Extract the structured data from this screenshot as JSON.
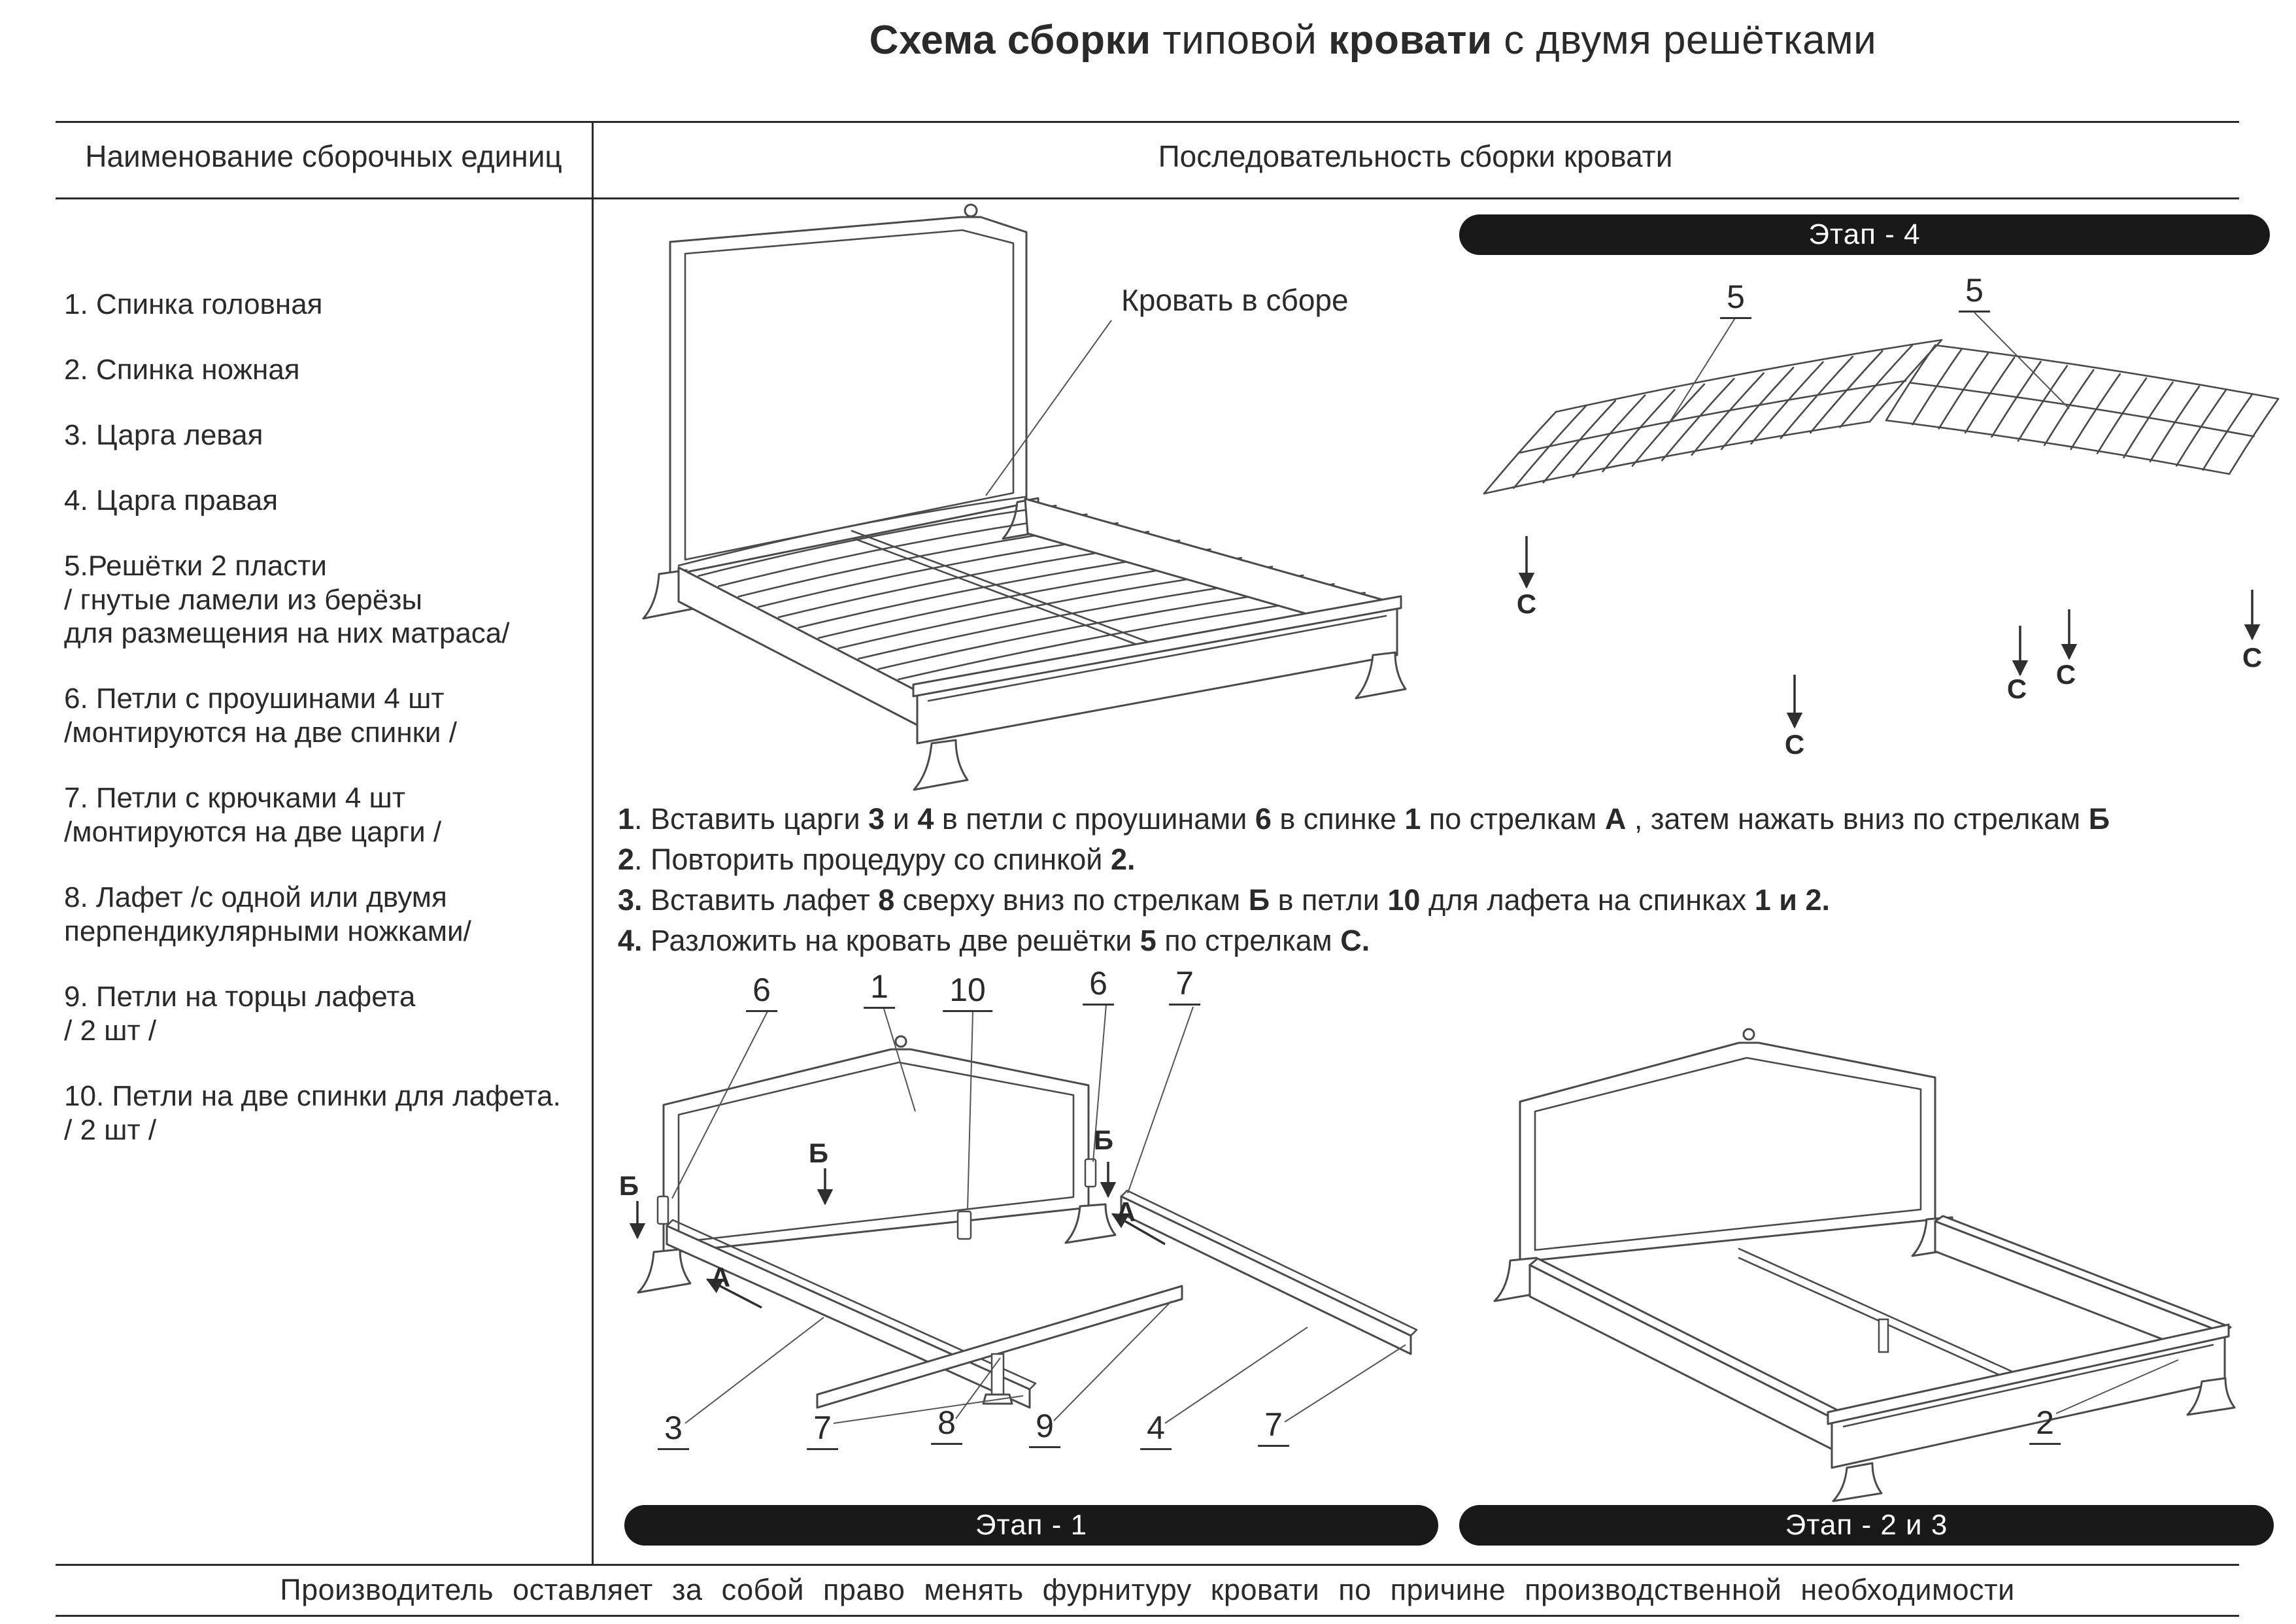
{
  "title": {
    "t1": "Схема сборки",
    "t2": " типовой ",
    "t3": "кровати",
    "t4": " с двумя решётками"
  },
  "columns": {
    "left_header": "Наименование  сборочных единиц",
    "right_header": "Последовательность сборки кровати"
  },
  "parts": [
    {
      "lines": [
        "1.   Спинка головная"
      ]
    },
    {
      "lines": [
        "2. Спинка ножная"
      ]
    },
    {
      "lines": [
        "3. Царга левая"
      ]
    },
    {
      "lines": [
        "4. Царга правая"
      ]
    },
    {
      "lines": [
        "5.Решётки  2 пласти",
        "/ гнутые ламели из берёзы",
        "для размещения на них матраса/"
      ]
    },
    {
      "lines": [
        "6. Петли с проушинами 4 шт",
        "/монтируются на две спинки /"
      ]
    },
    {
      "lines": [
        "7. Петли с крючками 4 шт",
        "/монтируются на две царги /"
      ]
    },
    {
      "lines": [
        "8. Лафет /с одной или двумя",
        "перпендикулярными ножками/"
      ]
    },
    {
      "lines": [
        "9. Петли на торцы лафета",
        "/ 2 шт /"
      ]
    },
    {
      "lines": [
        "10. Петли на две спинки для лафета.",
        "/ 2 шт /"
      ]
    }
  ],
  "instructions": [
    {
      "segments": [
        {
          "t": "1",
          "b": true
        },
        {
          "t": ". Вставить царги ",
          "b": false
        },
        {
          "t": "3",
          "b": true
        },
        {
          "t": " и ",
          "b": false
        },
        {
          "t": "4",
          "b": true
        },
        {
          "t": " в петли с проушинами ",
          "b": false
        },
        {
          "t": "6",
          "b": true
        },
        {
          "t": " в спинке ",
          "b": false
        },
        {
          "t": "1",
          "b": true
        },
        {
          "t": " по стрелкам ",
          "b": false
        },
        {
          "t": "А",
          "b": true
        },
        {
          "t": " , затем нажать вниз по стрелкам ",
          "b": false
        },
        {
          "t": "Б",
          "b": true
        }
      ]
    },
    {
      "segments": [
        {
          "t": "2",
          "b": true
        },
        {
          "t": ". Повторить процедуру со спинкой ",
          "b": false
        },
        {
          "t": "2.",
          "b": true
        }
      ]
    },
    {
      "segments": [
        {
          "t": "3.",
          "b": true
        },
        {
          "t": " Вставить лафет ",
          "b": false
        },
        {
          "t": "8",
          "b": true
        },
        {
          "t": " сверху вниз по стрелкам ",
          "b": false
        },
        {
          "t": "Б",
          "b": true
        },
        {
          "t": " в петли ",
          "b": false
        },
        {
          "t": "10",
          "b": true
        },
        {
          "t": " для лафета на спинках ",
          "b": false
        },
        {
          "t": "1 и 2.",
          "b": true
        }
      ]
    },
    {
      "segments": [
        {
          "t": "4.",
          "b": true
        },
        {
          "t": " Разложить на кровать две решётки ",
          "b": false
        },
        {
          "t": "5",
          "b": true
        },
        {
          "t": "  по стрелкам ",
          "b": false
        },
        {
          "t": "С.",
          "b": true
        }
      ]
    }
  ],
  "stages": {
    "stage4": "Этап -  4",
    "stage1": "Этап - 1",
    "stage23": "Этап -  2 и 3"
  },
  "captions": {
    "assembled_bed": "Кровать в сборе"
  },
  "diagram_labels": {
    "stage4": {
      "slat_left": "5",
      "slat_right": "5",
      "c": "С"
    },
    "stage1": {
      "hinge_left": "6",
      "headboard": "1",
      "lafet_hinge": "10",
      "hinge_right": "6",
      "hook_top": "7",
      "a": "А",
      "b": "Б",
      "rail_left": "3",
      "hook_left": "7",
      "lafet": "8",
      "lafet_end": "9",
      "rail_right": "4",
      "hook_right": "7"
    },
    "stage23": {
      "footboard": "2"
    }
  },
  "footer": "Производитель  оставляет  за  собой  право  менять  фурнитуру  кровати  по  причине  производственной  необходимости",
  "colors": {
    "ink": "#2a2a2a",
    "line": "#4a4a4a",
    "banner_bg": "#191919",
    "banner_text": "#ffffff",
    "background": "#ffffff"
  }
}
